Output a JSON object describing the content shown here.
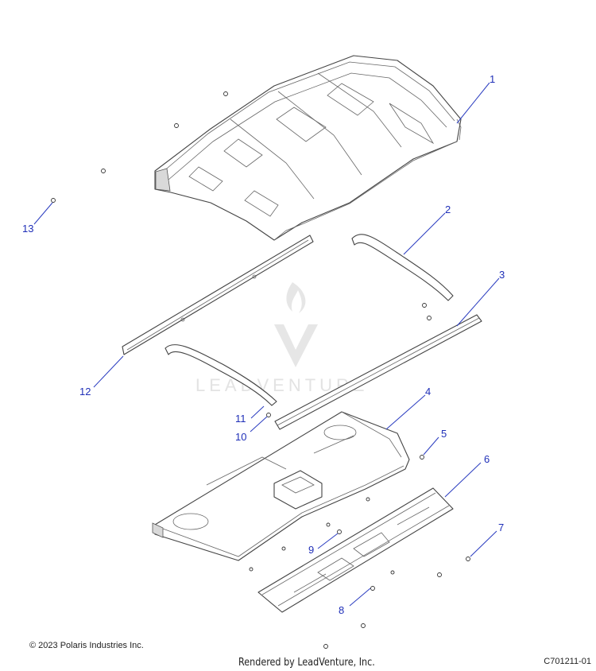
{
  "callouts": [
    {
      "id": "1",
      "label": "1"
    },
    {
      "id": "2",
      "label": "2"
    },
    {
      "id": "3",
      "label": "3"
    },
    {
      "id": "4",
      "label": "4"
    },
    {
      "id": "5",
      "label": "5"
    },
    {
      "id": "6",
      "label": "6"
    },
    {
      "id": "7",
      "label": "7"
    },
    {
      "id": "8",
      "label": "8"
    },
    {
      "id": "9",
      "label": "9"
    },
    {
      "id": "10",
      "label": "10"
    },
    {
      "id": "11",
      "label": "11"
    },
    {
      "id": "12",
      "label": "12"
    },
    {
      "id": "13",
      "label": "13"
    }
  ],
  "watermark": {
    "text": "LEADVENTURE"
  },
  "footer": {
    "copyright": "© 2023 Polaris Industries Inc.",
    "rendered_by": "Rendered by LeadVenture, Inc.",
    "part_code": "C701211-01"
  },
  "colors": {
    "callout": "#1f2fb8",
    "line": "#444444"
  }
}
